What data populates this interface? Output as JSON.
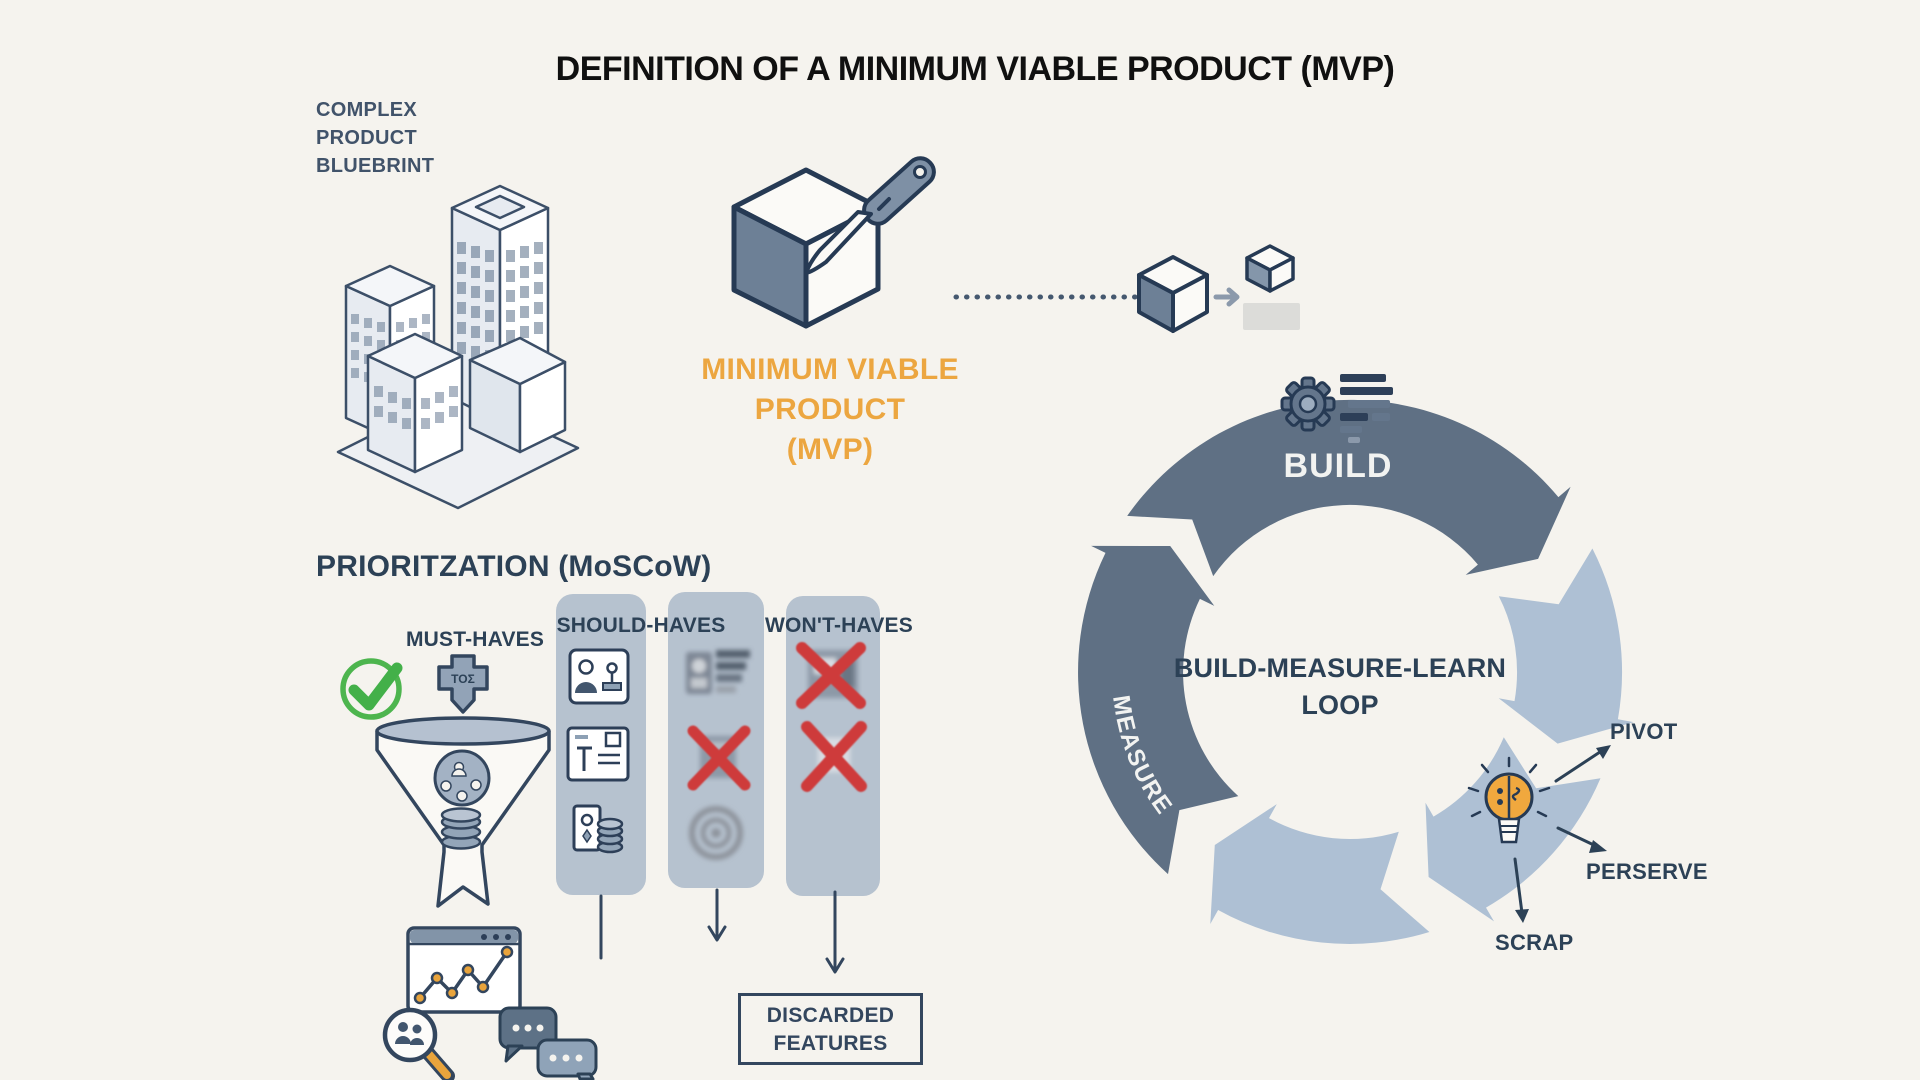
{
  "title": "DEFINITION OF A MINIMUM VIABLE PRODUCT (MVP)",
  "blueprint": {
    "line1": "COMPLEX",
    "line2": "PRODUCT",
    "line3": "BLUEBRINT"
  },
  "mvp_label": {
    "line1": "MINIMUM VIABLE",
    "line2": "PRODUCT",
    "line3": "(MVP)"
  },
  "loop": {
    "build_label": "BUILD",
    "measure_label": "MEASURE",
    "center_line1": "BUILD-MEASURE-LEARN",
    "center_line2": "LOOP",
    "pivot_label": "PIVOT",
    "perserve_label": "PERSERVE",
    "scrap_label": "SCRAP"
  },
  "prioritization": {
    "heading": "PRIORITZATION (MoSCoW)",
    "must_label": "MUST-HAVES",
    "should_label": "SHOULD-HAVES",
    "wont_label": "WON'T-HAVES",
    "funnel_piece_label": "ΤΟΣ",
    "discarded_line1": "DISCARDED",
    "discarded_line2": "FEATURES"
  },
  "colors": {
    "background": "#f5f3ee",
    "ink": "#2c4156",
    "navy_outline": "#2d3f58",
    "orange": "#eca640",
    "ring_dark": "#5f7084",
    "ring_light": "#aec0d4",
    "column_bg": "#aab9c9",
    "red_x": "#ce3b3b",
    "green_check": "#47b14c"
  }
}
